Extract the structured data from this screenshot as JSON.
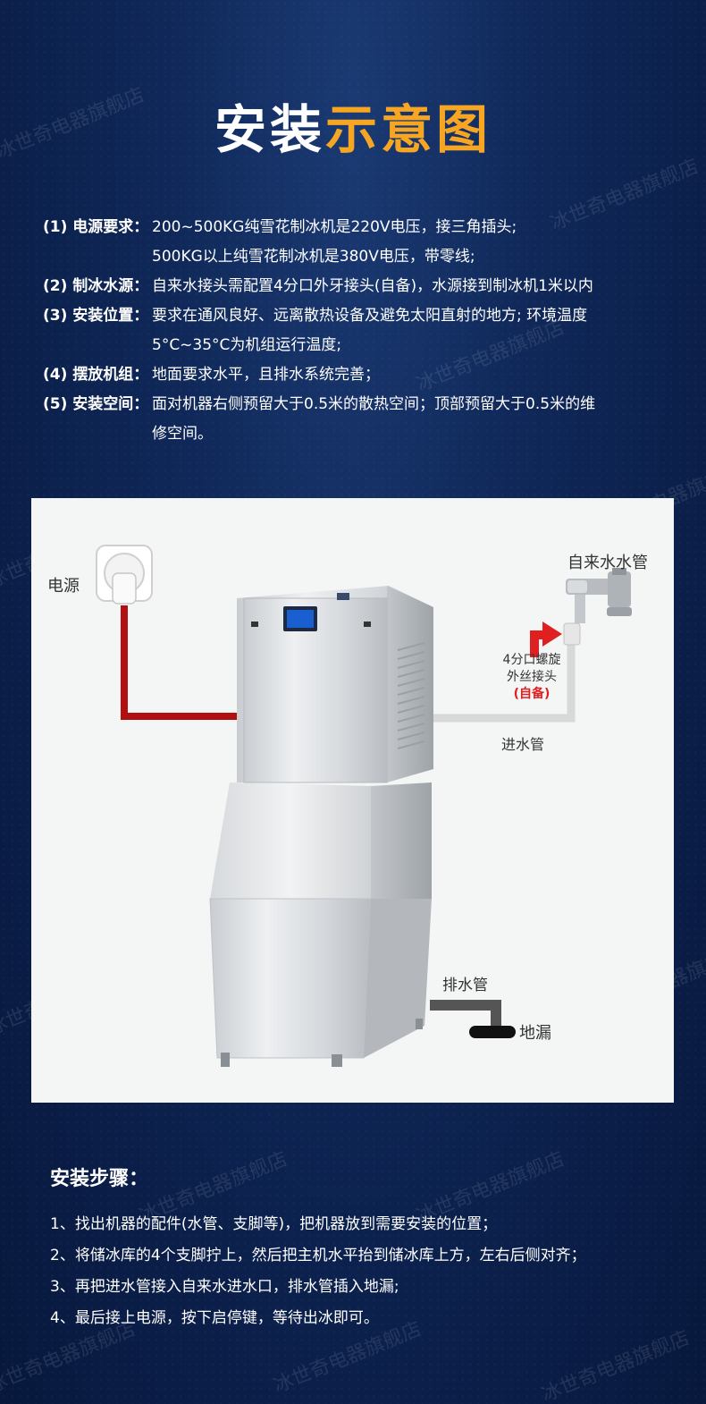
{
  "watermark_text": "冰世奇电器旗舰店",
  "title": {
    "part1": "安装",
    "part2": "示意图"
  },
  "requirements": [
    {
      "label": "(1) 电源要求：",
      "lines": [
        "200~500KG纯雪花制冰机是220V电压，接三角插头;",
        "500KG以上纯雪花制冰机是380V电压，带零线;"
      ]
    },
    {
      "label": "(2) 制冰水源：",
      "lines": [
        "自来水接头需配置4分口外牙接头(自备)，水源接到制冰机1米以内"
      ]
    },
    {
      "label": "(3) 安装位置：",
      "lines": [
        "要求在通风良好、远离散热设备及避免太阳直射的地方; 环境温度",
        "5°C~35°C为机组运行温度;"
      ]
    },
    {
      "label": "(4) 摆放机组：",
      "lines": [
        "地面要求水平，且排水系统完善；"
      ]
    },
    {
      "label": "(5) 安装空间：",
      "lines": [
        "面对机器右侧预留大于0.5米的散热空间；顶部预留大于0.5米的维",
        "修空间。"
      ]
    }
  ],
  "diagram": {
    "power_label": "电源",
    "tap_label": "自来水水管",
    "connector_label_1": "4分口螺旋",
    "connector_label_2": "外丝接头",
    "connector_note": "(自备)",
    "inlet_label": "进水管",
    "drain_pipe_label": "排水管",
    "floor_drain_label": "地漏",
    "colors": {
      "power_cable": "#b01010",
      "water_pipe": "#d8d8d8",
      "drain_pipe": "#555555",
      "arrow": "#e02020",
      "screen": "#1a5fd0"
    }
  },
  "steps_title": "安装步骤：",
  "steps": [
    "1、找出机器的配件(水管、支脚等)，把机器放到需要安装的位置；",
    "2、将储冰库的4个支脚拧上，然后把主机水平抬到储冰库上方，左右后侧对齐；",
    "3、再把进水管接入自来水进水口，排水管插入地漏;",
    "4、最后接上电源，按下启停键，等待出冰即可。"
  ]
}
